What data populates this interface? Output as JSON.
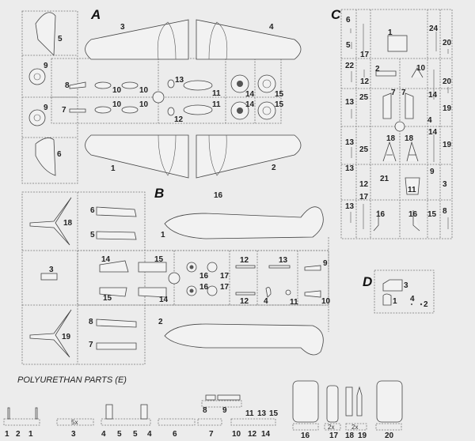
{
  "sprue_a": {
    "letter": "A",
    "labels": [
      "3",
      "4",
      "5",
      "9",
      "8",
      "10",
      "10",
      "13",
      "11",
      "14",
      "15",
      "9",
      "7",
      "10",
      "10",
      "11",
      "14",
      "15",
      "12",
      "6",
      "1",
      "2"
    ]
  },
  "sprue_b": {
    "letter": "B",
    "labels": [
      "16",
      "18",
      "6",
      "5",
      "1",
      "3",
      "14",
      "15",
      "16",
      "17",
      "12",
      "13",
      "9",
      "15",
      "14",
      "16",
      "17",
      "12",
      "4",
      "11",
      "10",
      "2",
      "8",
      "19",
      "7"
    ]
  },
  "sprue_c": {
    "letter": "C",
    "labels": [
      "6",
      "5",
      "17",
      "1",
      "24",
      "20",
      "22",
      "12",
      "2",
      "10",
      "20",
      "13",
      "25",
      "7",
      "7",
      "14",
      "19",
      "4",
      "13",
      "25",
      "18",
      "18",
      "14",
      "19",
      "13",
      "12",
      "21",
      "11",
      "9",
      "3",
      "13",
      "17",
      "16",
      "16",
      "15",
      "8"
    ]
  },
  "sprue_d": {
    "letter": "D",
    "labels": [
      "3",
      "1",
      "4",
      "2"
    ]
  },
  "polyurethan": {
    "title": "POLYURETHAN PARTS (E)",
    "labels": [
      "1",
      "2",
      "1",
      "3",
      "4",
      "5",
      "5",
      "4",
      "6",
      "7",
      "10",
      "12",
      "14",
      "8",
      "9",
      "11",
      "13",
      "15",
      "16",
      "17",
      "18",
      "19",
      "20"
    ],
    "multipliers": [
      "5x",
      "2x",
      "2x"
    ]
  }
}
